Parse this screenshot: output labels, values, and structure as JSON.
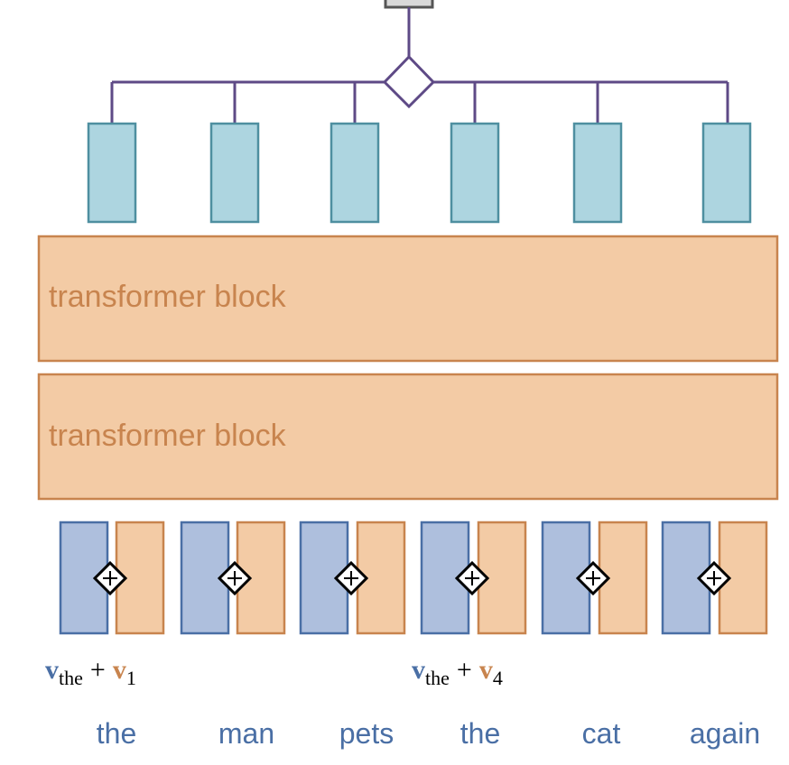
{
  "transformer_blocks": [
    {
      "label": "transformer block"
    },
    {
      "label": "transformer block"
    }
  ],
  "words": [
    "the",
    "man",
    "pets",
    "the",
    "cat",
    "again"
  ],
  "embedding_labels": [
    {
      "token_vec": "v",
      "token_sub": "the",
      "plus": "+",
      "pos_vec": "v",
      "pos_sub": "1"
    },
    {
      "token_vec": "v",
      "token_sub": "the",
      "plus": "+",
      "pos_vec": "v",
      "pos_sub": "4"
    }
  ],
  "colors": {
    "token_embedding": "#aebfdd",
    "token_embedding_border": "#4a6fa5",
    "position_embedding": "#f3cba5",
    "position_embedding_border": "#c8844e",
    "output_vector": "#add5e0",
    "output_vector_border": "#4e8fa0",
    "pooling_lines": "#5e4a86",
    "block_fill": "#f3cba5",
    "block_border": "#c8844e",
    "top_output": "#d9d9d9"
  }
}
